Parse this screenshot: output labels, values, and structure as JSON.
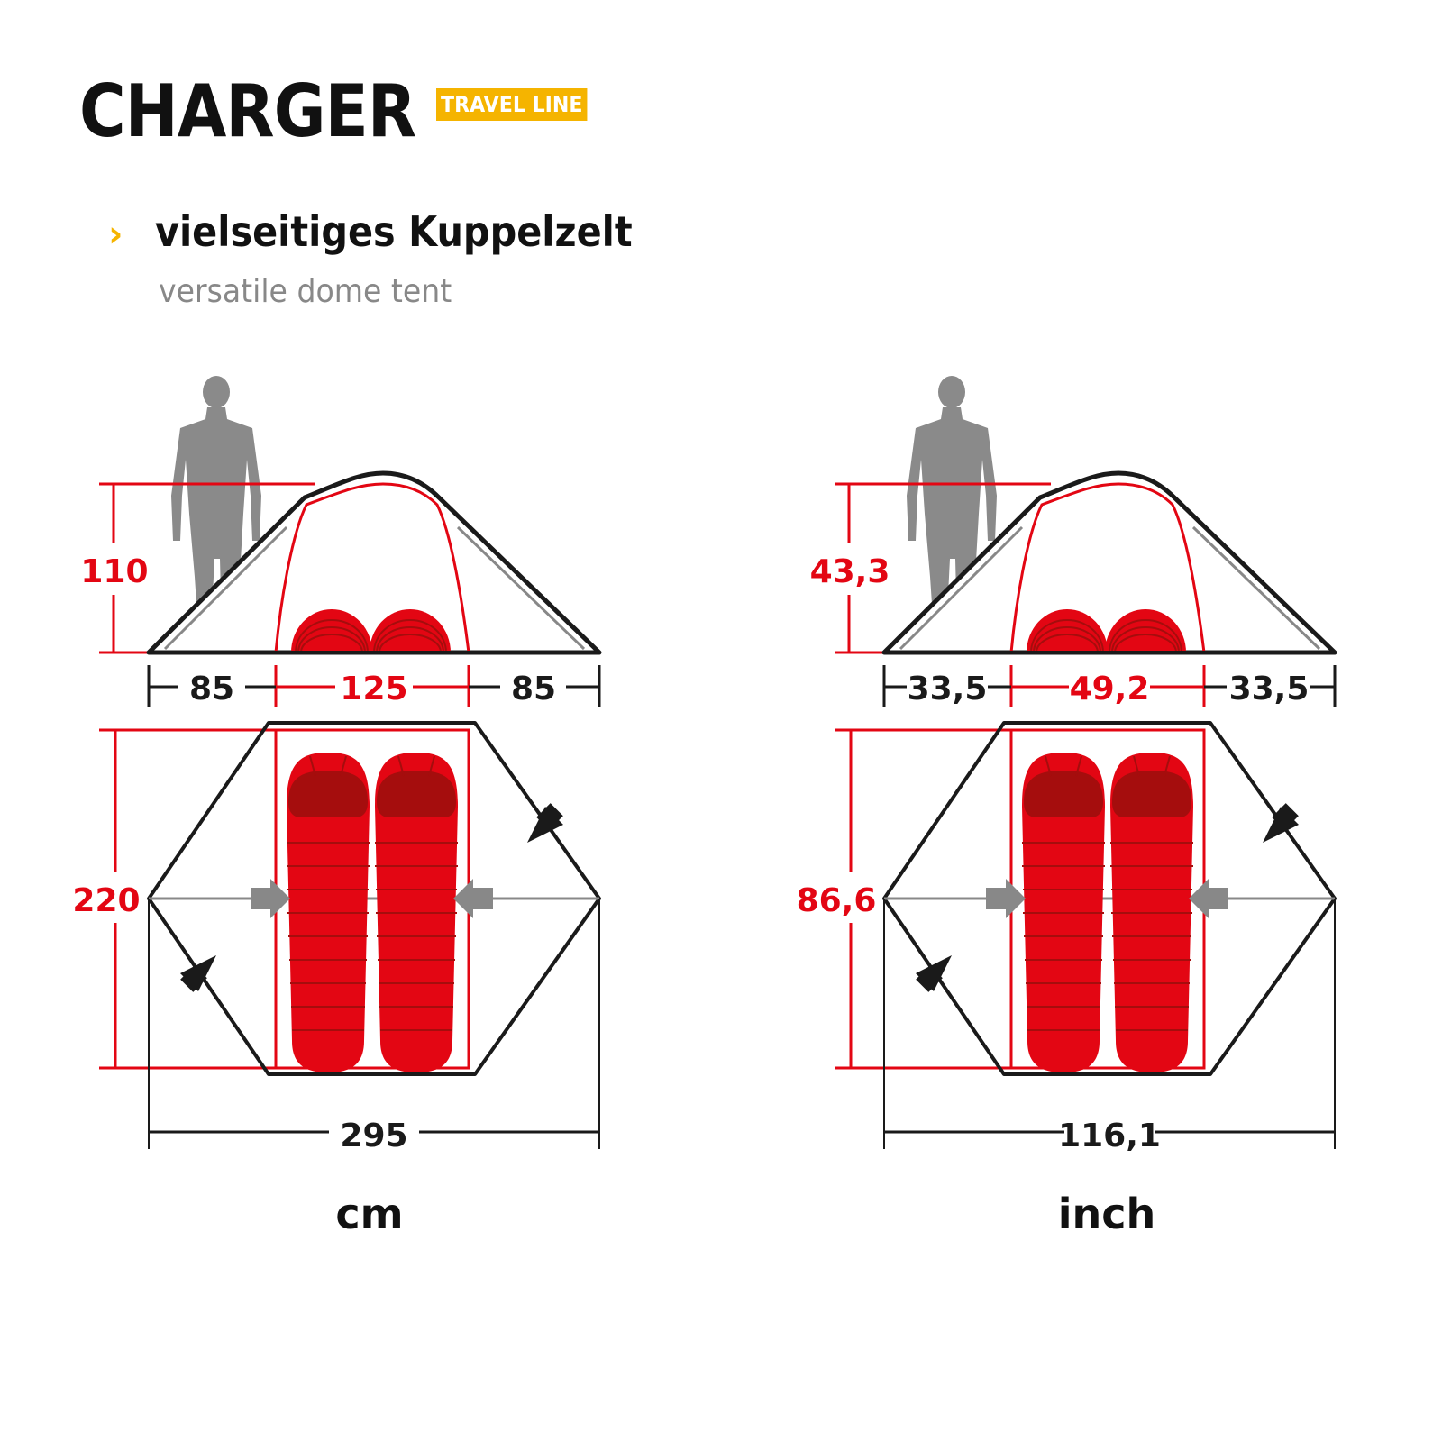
{
  "header": {
    "product_name": "CHARGER",
    "product_line_badge": "TRAVEL LINE",
    "tagline_icon": "chevron-right-icon",
    "tagline_de": "vielseitiges Kuppelzelt",
    "tagline_en": "versatile dome tent"
  },
  "colors": {
    "accent_yellow": "#f5b400",
    "dimension_red": "#e30613",
    "outline_black": "#1a1a1a",
    "figure_gray": "#8a8a8a",
    "subtitle_gray": "#888888"
  },
  "diagrams": [
    {
      "unit": "cm",
      "side_view": {
        "height": "110",
        "vestibule_left": "85",
        "inner_width": "125",
        "vestibule_right": "85"
      },
      "floor_plan": {
        "length": "220",
        "total_width": "295"
      }
    },
    {
      "unit": "inch",
      "side_view": {
        "height": "43,3",
        "vestibule_left": "33,5",
        "inner_width": "49,2",
        "vestibule_right": "33,5"
      },
      "floor_plan": {
        "length": "86,6",
        "total_width": "116,1"
      }
    }
  ]
}
